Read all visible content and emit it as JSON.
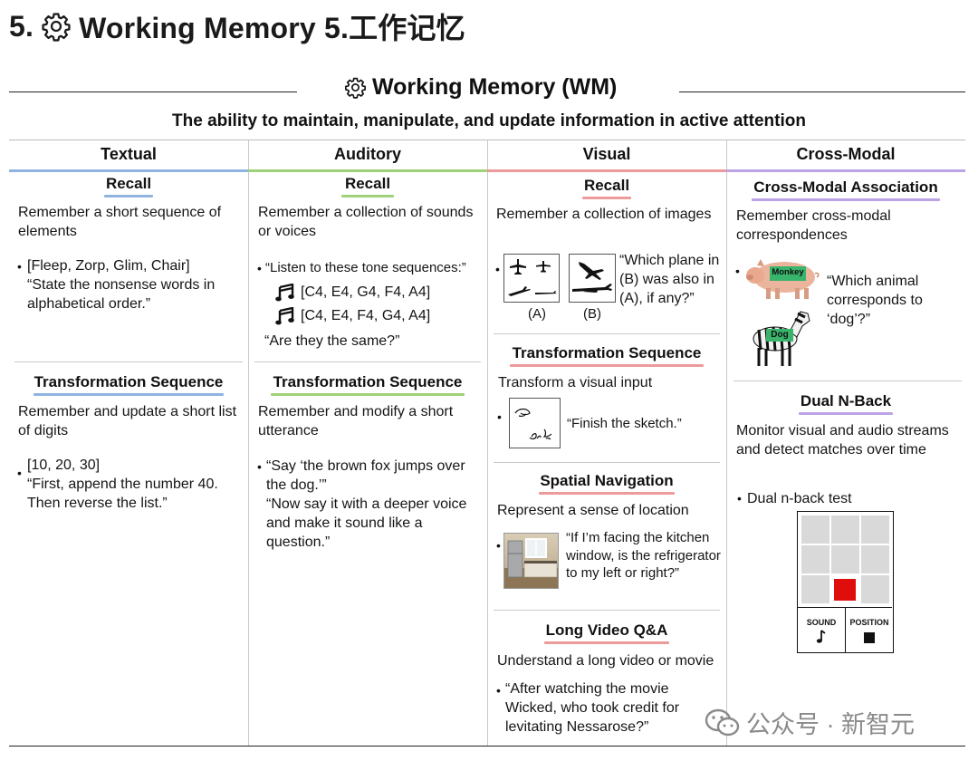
{
  "page_title": "5. ⚙ Working Memory 5.工作记忆",
  "page_title_text": "5.",
  "page_title_rest": "Working Memory 5.工作记忆",
  "wm_title": "Working Memory (WM)",
  "wm_subtitle": "The ability to maintain, manipulate, and update information in active attention",
  "columns": [
    {
      "header": "Textual",
      "color": "#8fb4e0"
    },
    {
      "header": "Auditory",
      "color": "#9fd07a"
    },
    {
      "header": "Visual",
      "color": "#ec9a9a"
    },
    {
      "header": "Cross-Modal",
      "color": "#bba3e6"
    }
  ],
  "textual": {
    "recall": {
      "title": "Recall",
      "desc": "Remember a short sequence of elements",
      "example_1": "[Fleep, Zorp, Glim, Chair]",
      "example_2": "“State the nonsense words in alphabetical order.”"
    },
    "transform": {
      "title": "Transformation Sequence",
      "desc": "Remember and update a short list of digits",
      "example_1": "[10, 20, 30]",
      "example_2": "“First, append the number 40. Then reverse the list.”"
    }
  },
  "auditory": {
    "recall": {
      "title": "Recall",
      "desc": "Remember a collection of sounds or voices",
      "example_1": "“Listen to these tone sequences:”",
      "seq_1": "[C4, E4, G4, F4, A4]",
      "seq_2": "[C4, E4, F4, G4, A4]",
      "question": "“Are they the same?”"
    },
    "transform": {
      "title": "Transformation Sequence",
      "desc": "Remember and modify a short utterance",
      "example_1": "“Say ‘the brown fox jumps over the dog.’”",
      "example_2": "“Now say it with a deeper voice and make it sound like a question.”"
    }
  },
  "visual": {
    "recall": {
      "title": "Recall",
      "desc": "Remember a collection of images",
      "label_a": "(A)",
      "label_b": "(B)",
      "question": "“Which plane in (B) was also in (A), if any?”"
    },
    "transform": {
      "title": "Transformation Sequence",
      "desc": "Transform a visual input",
      "example": "“Finish the sketch.”"
    },
    "spatial": {
      "title": "Spatial Navigation",
      "desc": "Represent a sense of location",
      "example": "“If I’m facing the kitchen window, is the refrigerator to my left or right?”"
    },
    "video": {
      "title": "Long Video Q&A",
      "desc": "Understand a long video or movie",
      "example": "“After watching the movie Wicked, who took credit for levitating Nessarose?”"
    }
  },
  "crossmodal": {
    "assoc": {
      "title": "Cross-Modal Association",
      "desc": "Remember cross-modal correspondences",
      "label_pig": "Monkey",
      "label_zebra": "Dog",
      "question": "“Which animal corresponds to ‘dog’?”"
    },
    "nback": {
      "title": "Dual N-Back",
      "desc": "Monitor visual and audio streams and detect matches over time",
      "example": "Dual n-back test",
      "sound_label": "SOUND",
      "position_label": "POSITION"
    }
  },
  "watermark": "公众号 · 新智元",
  "icons": [
    "gear-icon",
    "music-note-icon",
    "airplane-icon",
    "sketch-icon",
    "kitchen-image",
    "pig-image",
    "zebra-image",
    "wechat-icon"
  ]
}
